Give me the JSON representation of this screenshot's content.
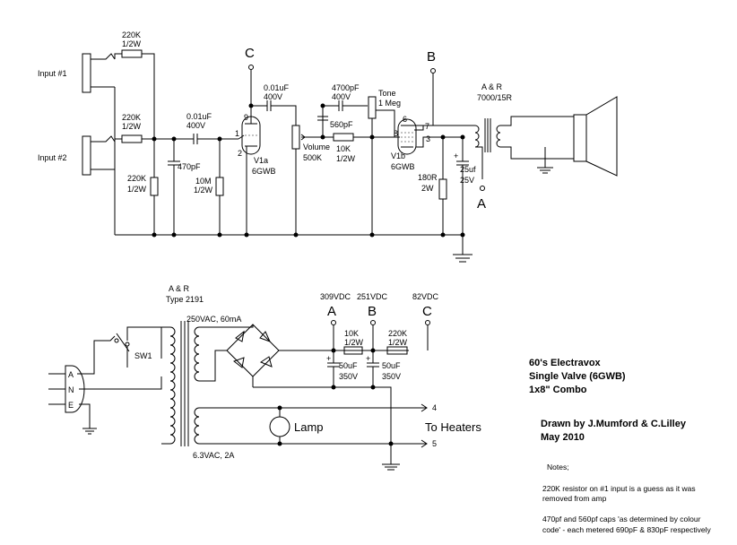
{
  "labels": {
    "input1": "Input #1",
    "input2": "Input #2",
    "r_in1_val": "220K",
    "r_in1_w": "1/2W",
    "r_in2_val": "220K",
    "r_in2_w": "1/2W",
    "r_shunt_val": "220K",
    "r_shunt_w": "1/2W",
    "c_470": "470pF",
    "c_coup1_val": "0.01uF",
    "c_coup1_v": "400V",
    "r_10m_val": "10M",
    "r_10m_w": "1/2W",
    "v1a_name": "V1a",
    "v1a_type": "6GWB",
    "pin9": "9",
    "pin1": "1",
    "pin2": "2",
    "node_c": "C",
    "c_coup2_val": "0.01uF",
    "c_coup2_v": "400V",
    "c_4700_val": "4700pF",
    "c_4700_v": "400V",
    "c_560": "560pF",
    "vol_name": "Volume",
    "vol_val": "500K",
    "r_10k_val": "10K",
    "r_10k_w": "1/2W",
    "tone_name": "Tone",
    "tone_val": "1 Meg",
    "node_b": "B",
    "pin6": "6",
    "pin7": "7",
    "pin8": "8",
    "pin3": "3",
    "v1b_name": "V1b",
    "v1b_type": "6GWB",
    "r_180_val": "180R",
    "r_180_w": "2W",
    "c_25_val": "25uf",
    "c_25_v": "25V",
    "otx_brand": "A & R",
    "otx_type": "7000/15R",
    "node_a": "A",
    "ptx_brand": "A & R",
    "ptx_type": "Type 2191",
    "sec_hv": "250VAC, 60mA",
    "sec_lv": "6.3VAC, 2A",
    "sw1": "SW1",
    "plug_a": "A",
    "plug_n": "N",
    "plug_e": "E",
    "v309": "309VDC",
    "v251": "251VDC",
    "v82": "82VDC",
    "ps_a": "A",
    "ps_b": "B",
    "ps_c": "C",
    "ps_r1_val": "10K",
    "ps_r1_w": "1/2W",
    "ps_r2_val": "220K",
    "ps_r2_w": "1/2W",
    "ps_c1_val": "50uF",
    "ps_c1_v": "350V",
    "ps_c2_val": "50uF",
    "ps_c2_v": "350V",
    "lamp": "Lamp",
    "heaters": "To Heaters",
    "heat4": "4",
    "heat5": "5",
    "plus": "+"
  },
  "title": {
    "line1": "60's Electravox",
    "line2": "Single Valve (6GWB)",
    "line3": "1x8\" Combo",
    "credit1": "Drawn by J.Mumford & C.Lilley",
    "credit2": "May 2010"
  },
  "notes": {
    "heading": "Notes;",
    "n1a": "220K resistor on #1 input is a guess as it was",
    "n1b": "removed from amp",
    "n2a": "470pf and 560pf caps 'as determined by colour",
    "n2b": "code' - each metered 690pF & 830pF respectively"
  }
}
